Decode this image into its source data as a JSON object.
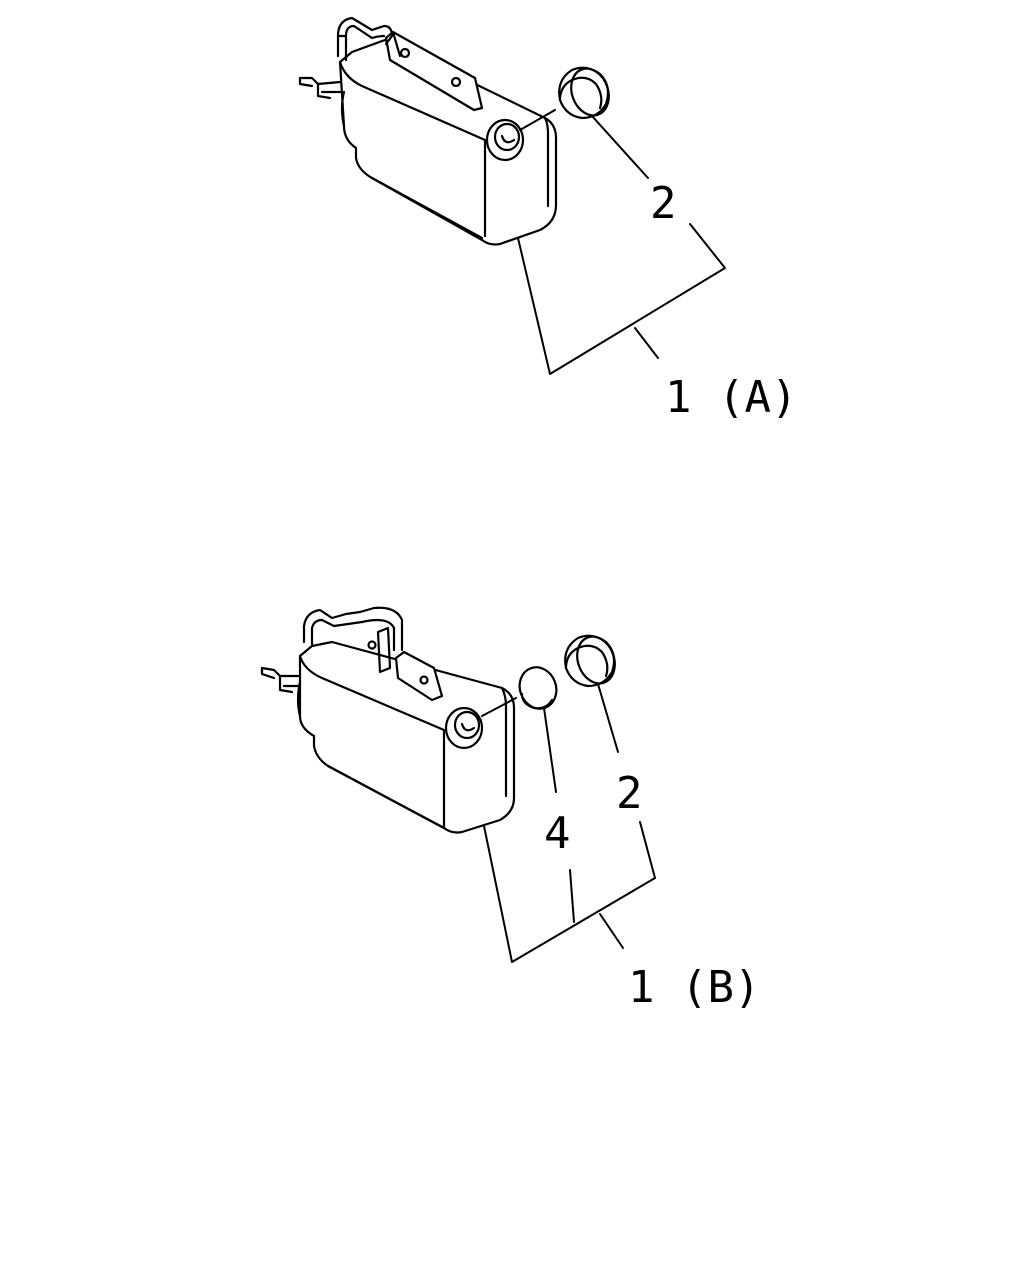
{
  "figure": {
    "assembly_a": {
      "callouts": {
        "part": "2",
        "assembly": "1 (A)"
      }
    },
    "assembly_b": {
      "callouts": {
        "part_cap": "2",
        "part_seal": "4",
        "assembly": "1 (B)"
      }
    }
  }
}
